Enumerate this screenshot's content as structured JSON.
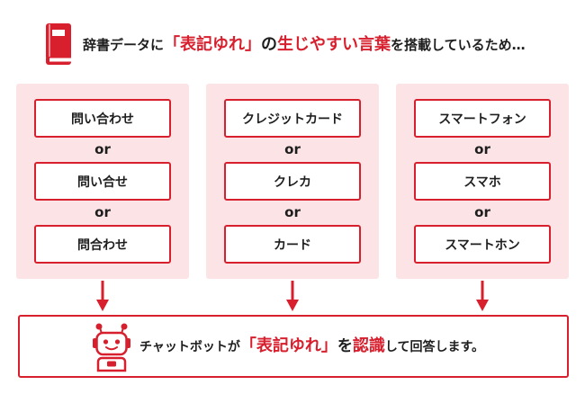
{
  "colors": {
    "accent": "#d71f2d",
    "panel": "#fce4e6",
    "text": "#1e1e1e"
  },
  "icons": {
    "header": "book-icon",
    "arrow": "down-arrow-icon",
    "result": "robot-icon"
  },
  "header": {
    "lead": "辞書データに",
    "term": "「表記ゆれ」",
    "particle": "の",
    "phrase": "生じやすい言葉",
    "tail": "を搭載しているため…"
  },
  "separator_label": "or",
  "groups": [
    {
      "variants": [
        "問い合わせ",
        "問い合せ",
        "問合わせ"
      ]
    },
    {
      "variants": [
        "クレジットカード",
        "クレカ",
        "カード"
      ]
    },
    {
      "variants": [
        "スマートフォン",
        "スマホ",
        "スマートホン"
      ]
    }
  ],
  "result": {
    "lead": "チャットボットが",
    "term": "「表記ゆれ」",
    "particle": "を",
    "phrase": "認識",
    "tail": "して回答します。"
  }
}
